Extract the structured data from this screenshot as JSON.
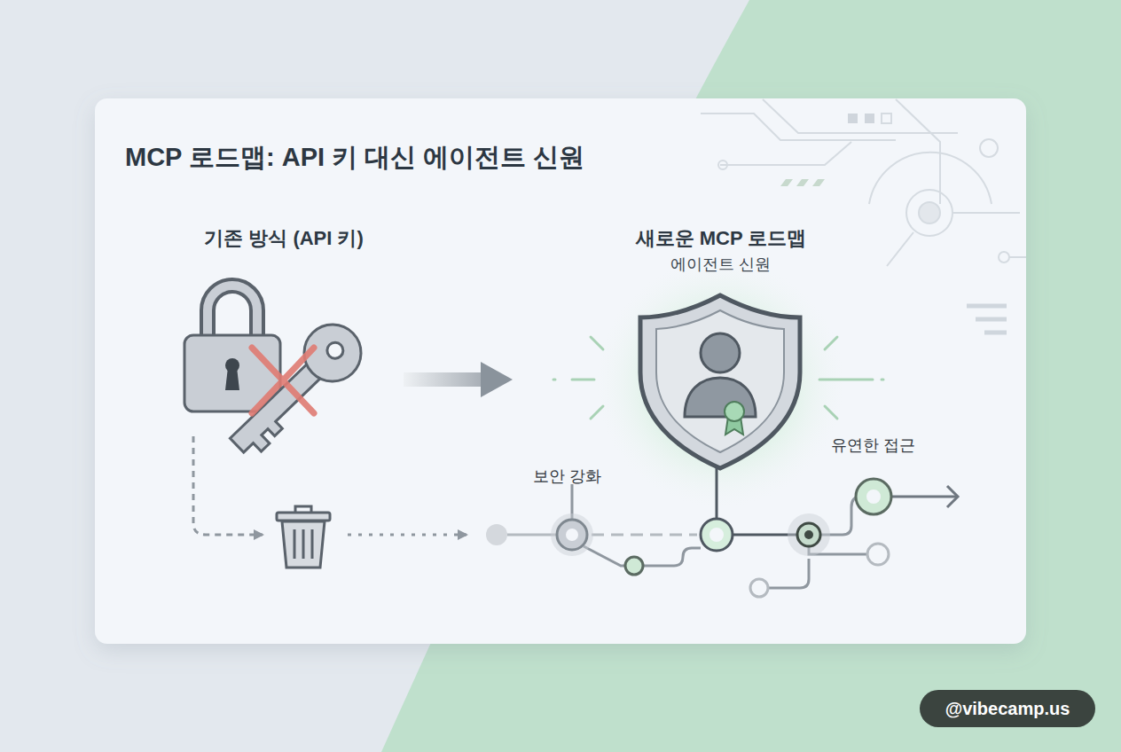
{
  "diagram": {
    "title": "MCP 로드맵: API 키 대신 에이전트 신원",
    "nodes": [
      {
        "text": [
          "기존 방식 (API 키)"
        ]
      },
      {
        "text": [
          "새로운 MCP 로드맵",
          "에이전트 신원"
        ]
      }
    ],
    "edges": [
      {
        "from": 0,
        "to": 1,
        "arrow": "to"
      }
    ],
    "labels": [
      "보안 강화",
      "유연한 접근",
      "@vibecamp.us"
    ]
  }
}
